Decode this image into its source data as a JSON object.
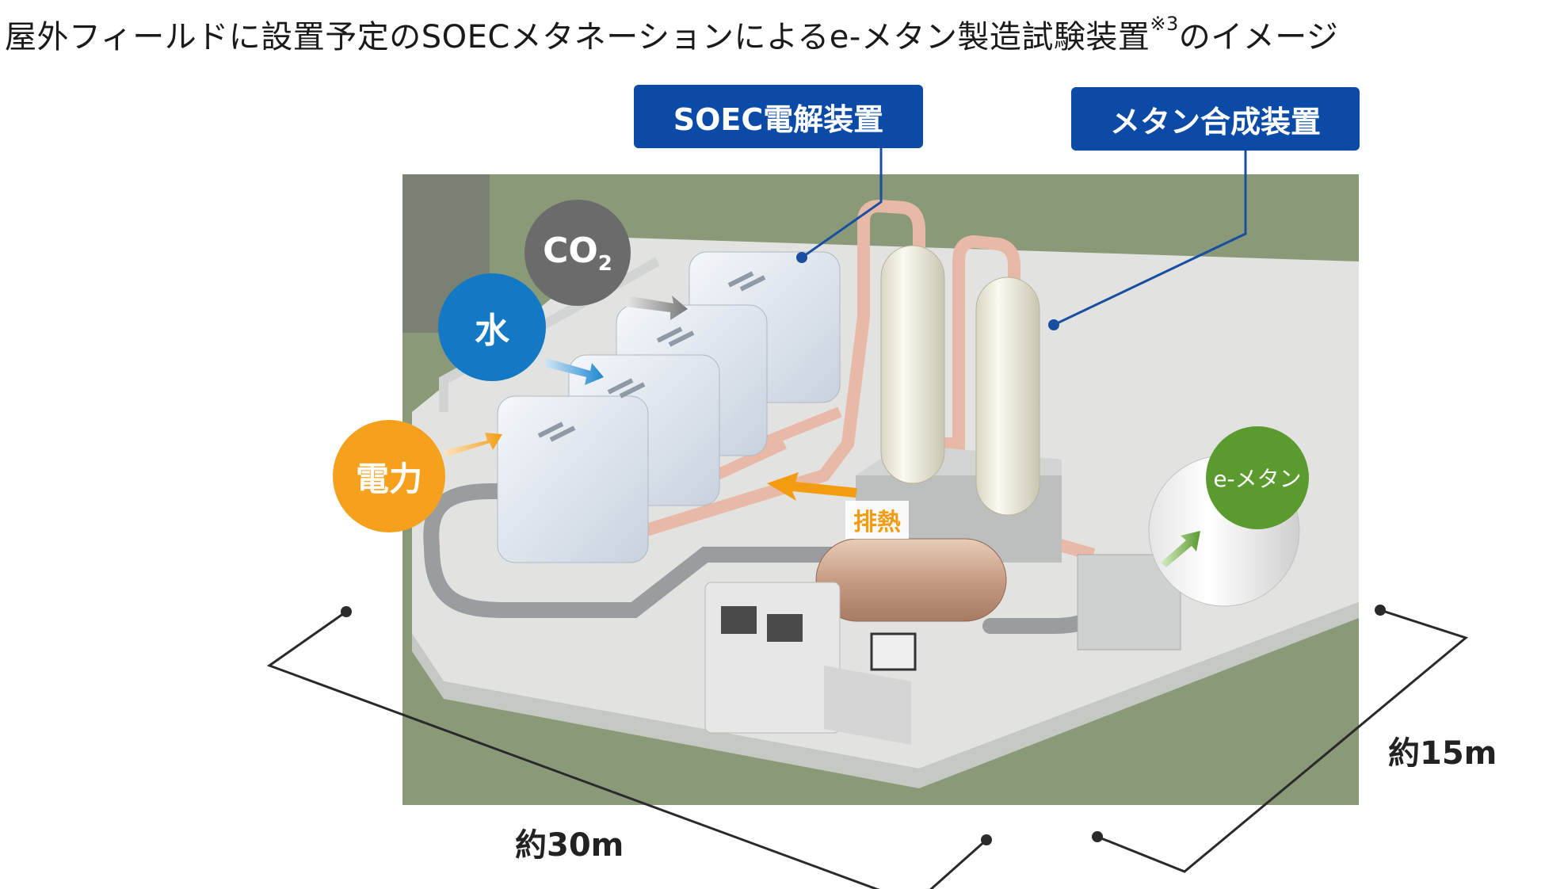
{
  "title": {
    "main": "屋外フィールドに設置予定のSOECメタネーションによるe-メタン製造試験装置",
    "note": "※3",
    "tail": "のイメージ"
  },
  "labels": {
    "soec": "SOEC電解装置",
    "methane_synth": "メタン合成装置"
  },
  "inputs": {
    "co2_base": "CO",
    "co2_sub": "2",
    "water": "水",
    "power": "電力"
  },
  "output": {
    "emethane": "e-メタン"
  },
  "heat": "排熱",
  "dimensions": {
    "length": "約30m",
    "width": "約15m"
  },
  "colors": {
    "label_blue": "#0b4aa6",
    "co2_gray": "#6b6b6b",
    "water_blue": "#1479c4",
    "power_orange": "#f6a11e",
    "emethane_green": "#5b9a2e",
    "ground_green": "#8a9a78"
  }
}
